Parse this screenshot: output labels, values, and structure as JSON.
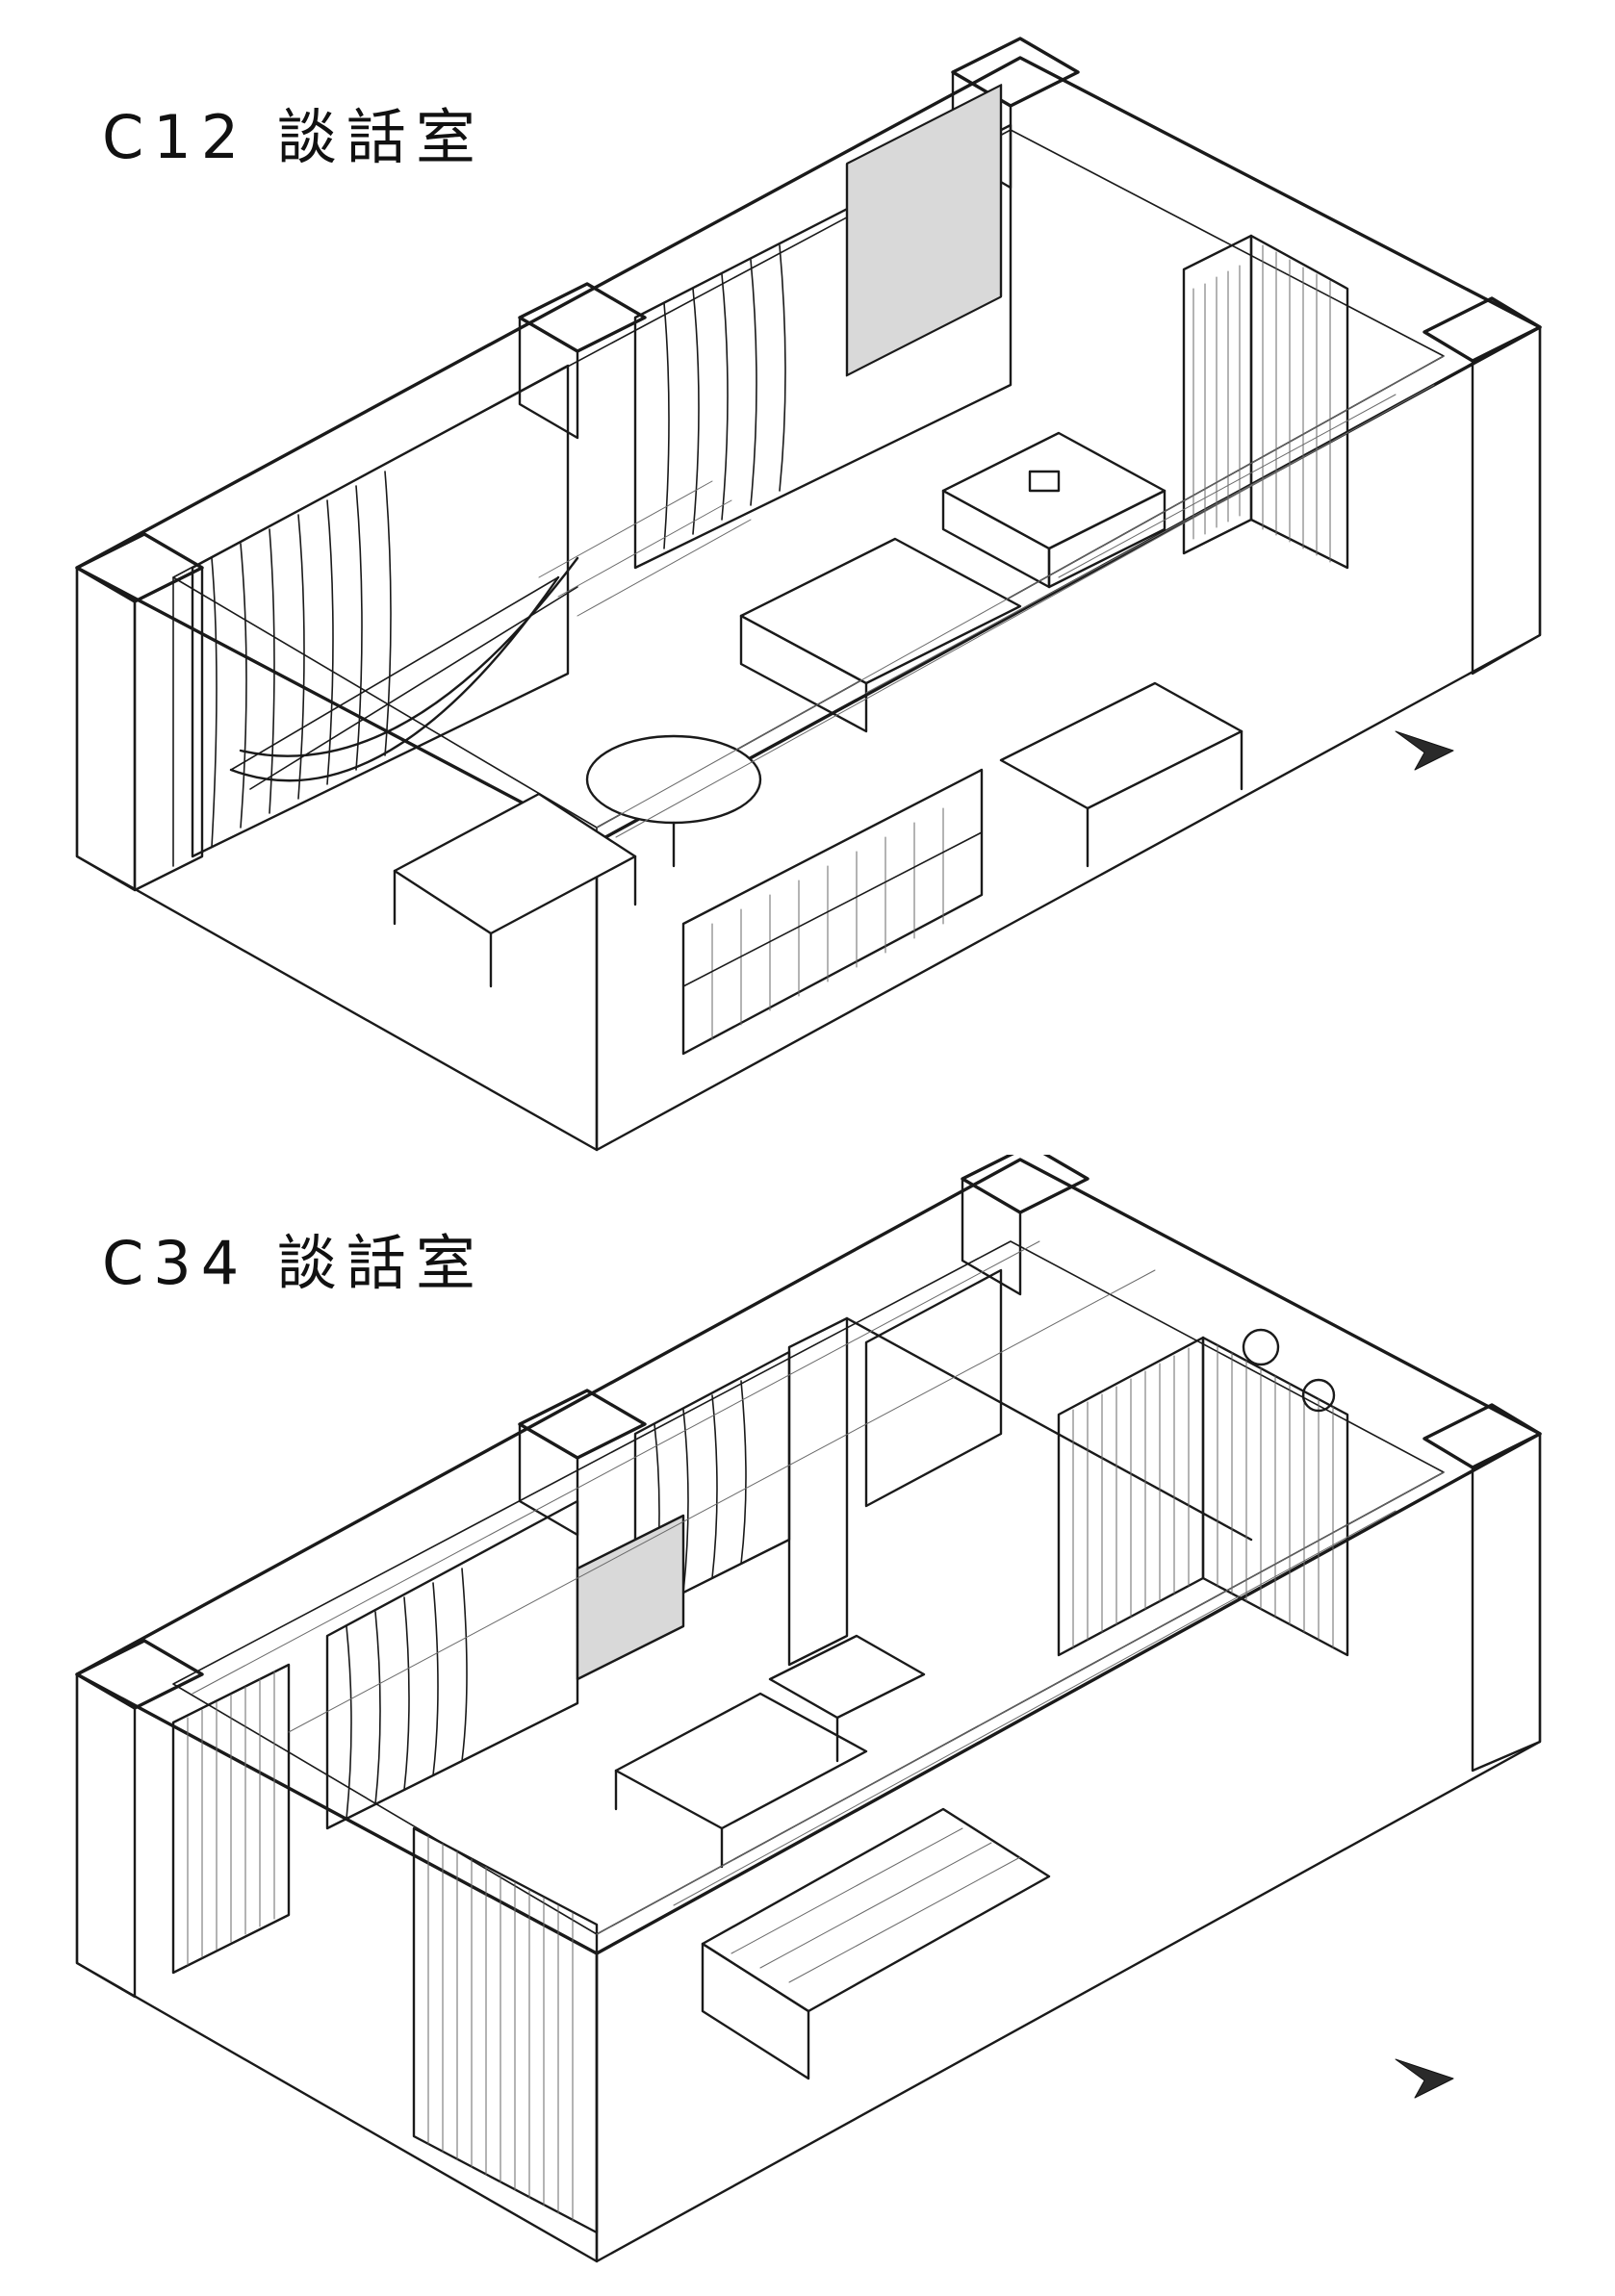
{
  "rooms": [
    {
      "title": "C12 談話室"
    },
    {
      "title": "C34 談話室"
    }
  ],
  "marks": {
    "north_arrow_icon": "arrowhead",
    "ink_color": "#1a1a1a",
    "paper_color": "#ffffff"
  }
}
